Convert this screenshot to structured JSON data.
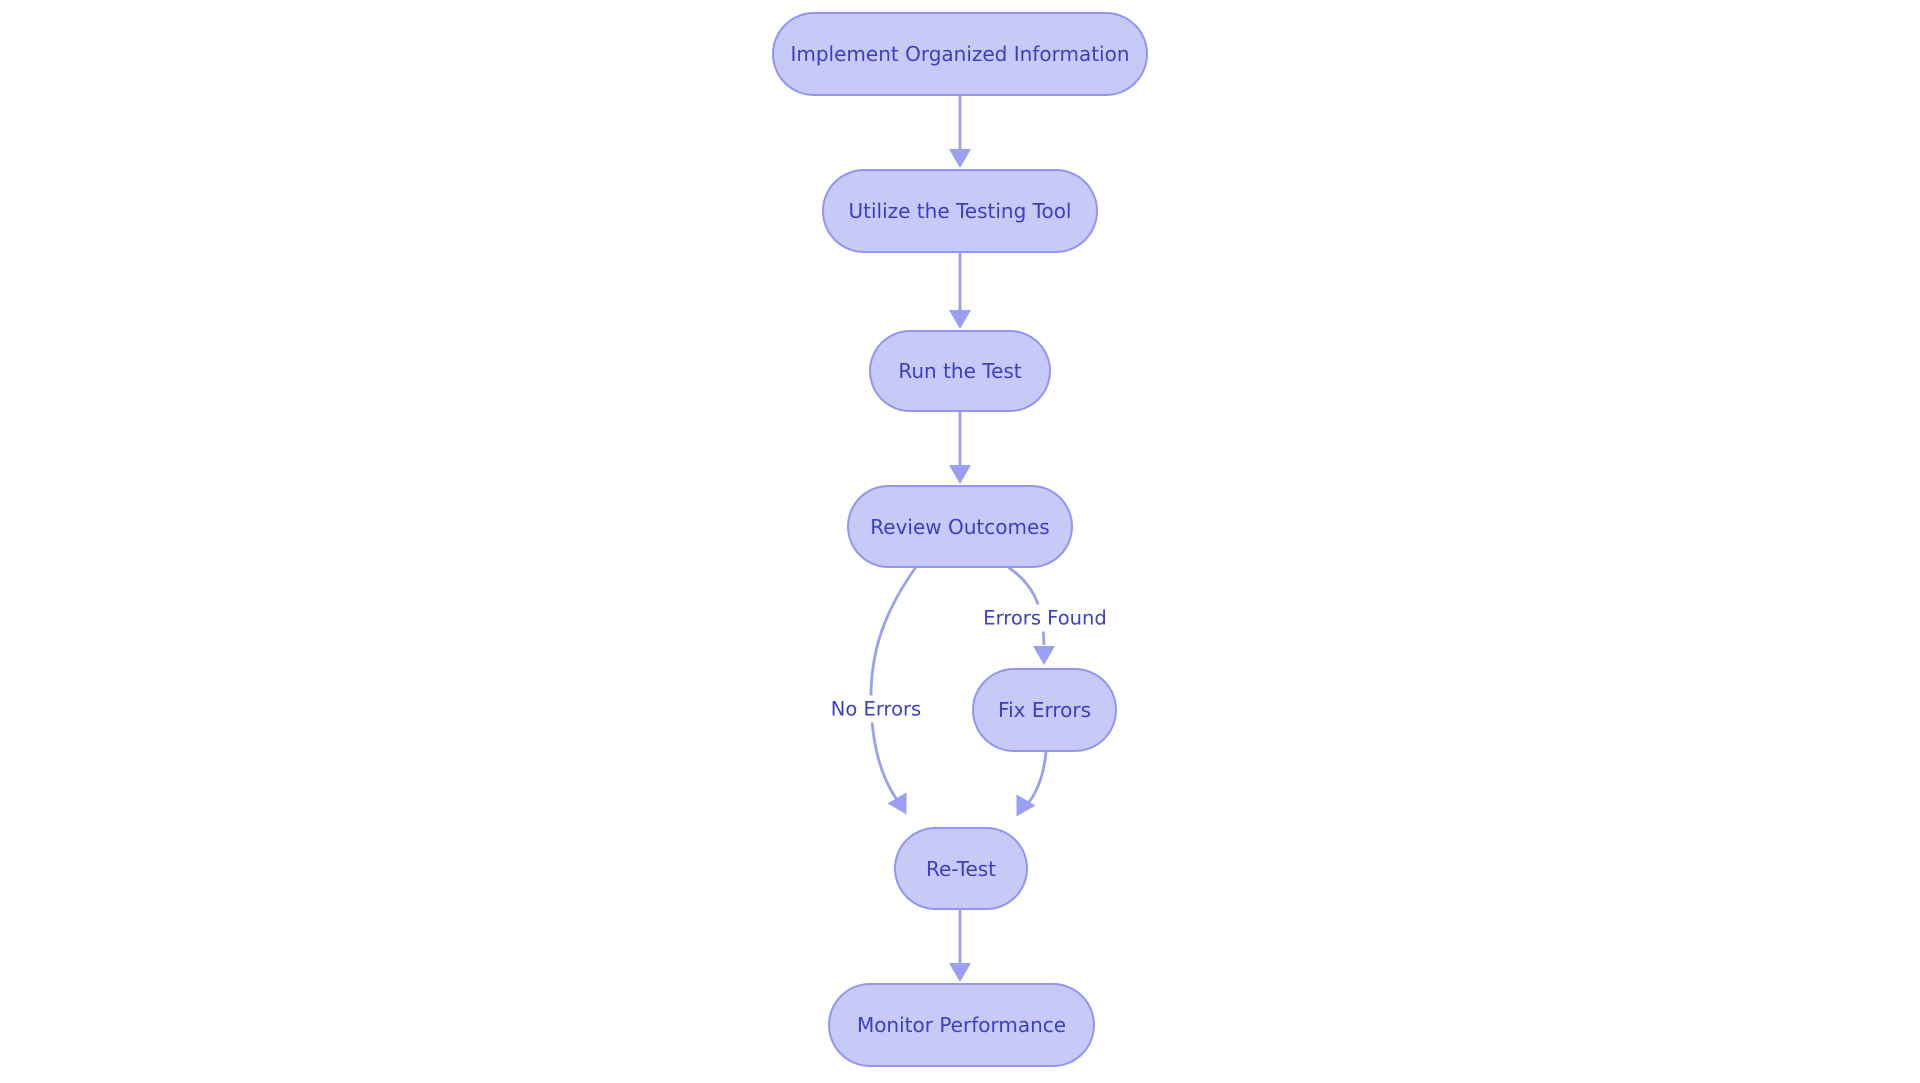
{
  "diagram": {
    "type": "flowchart",
    "direction": "top-down",
    "nodes": [
      {
        "id": "implement",
        "label": "Implement Organized Information"
      },
      {
        "id": "utilize",
        "label": "Utilize the Testing Tool"
      },
      {
        "id": "run",
        "label": "Run the Test"
      },
      {
        "id": "review",
        "label": "Review Outcomes"
      },
      {
        "id": "fix",
        "label": "Fix Errors"
      },
      {
        "id": "retest",
        "label": "Re-Test"
      },
      {
        "id": "monitor",
        "label": "Monitor Performance"
      }
    ],
    "edges": [
      {
        "from": "implement",
        "to": "utilize",
        "label": ""
      },
      {
        "from": "utilize",
        "to": "run",
        "label": ""
      },
      {
        "from": "run",
        "to": "review",
        "label": ""
      },
      {
        "from": "review",
        "to": "fix",
        "label": "Errors Found"
      },
      {
        "from": "review",
        "to": "retest",
        "label": "No Errors"
      },
      {
        "from": "fix",
        "to": "retest",
        "label": ""
      },
      {
        "from": "retest",
        "to": "monitor",
        "label": ""
      }
    ],
    "colors": {
      "background": "#ffffff",
      "node_fill": "#c7c9f6",
      "node_border": "#9196f0",
      "node_text": "#3b3fc1",
      "edge": "#9aa0f1",
      "edge_label_text": "#3b3fc1"
    }
  }
}
